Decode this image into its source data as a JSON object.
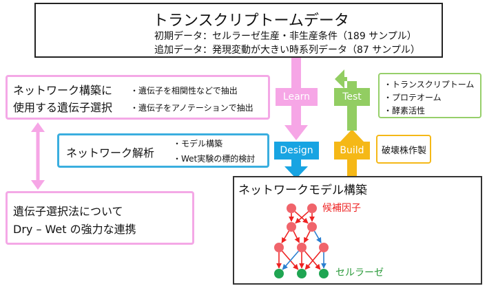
{
  "top": {
    "title": "トランスクリプトームデータ",
    "line1": "初期データ：セルラーゼ生産・非生産条件（189 サンプル）",
    "line2": "追加データ：発現変動が大きい時系列データ（87 サンプル）"
  },
  "network_selection": {
    "title_line1": "ネットワーク構築に",
    "title_line2": "使用する遺伝子選択",
    "bullets": [
      "・遺伝子を相関性などで抽出",
      "・遺伝子をアノテーションで抽出"
    ]
  },
  "network_analysis": {
    "title": "ネットワーク解析",
    "bullets": [
      "・モデル構築",
      "・Wet実験の標的検討"
    ]
  },
  "dry_wet": {
    "line1": "遺伝子選択法について",
    "line2": "Dry – Wet の強力な連携"
  },
  "omics": {
    "items": [
      "・トランスクリプトーム",
      "・プロテオーム",
      "・酵素活性"
    ]
  },
  "destruction": {
    "label": "破壊株作製"
  },
  "cycle": {
    "learn": "Learn",
    "design": "Design",
    "test": "Test",
    "build": "Build"
  },
  "network_model": {
    "title": "ネットワークモデル構築",
    "candidate_label": "候補因子",
    "target_label": "セルラーゼ"
  },
  "colors": {
    "pink": "#f6a6e6",
    "blue": "#18a4e2",
    "green": "#92cd62",
    "yellow": "#f5b817",
    "node_red": "#f0646b",
    "node_green": "#1fa552"
  }
}
